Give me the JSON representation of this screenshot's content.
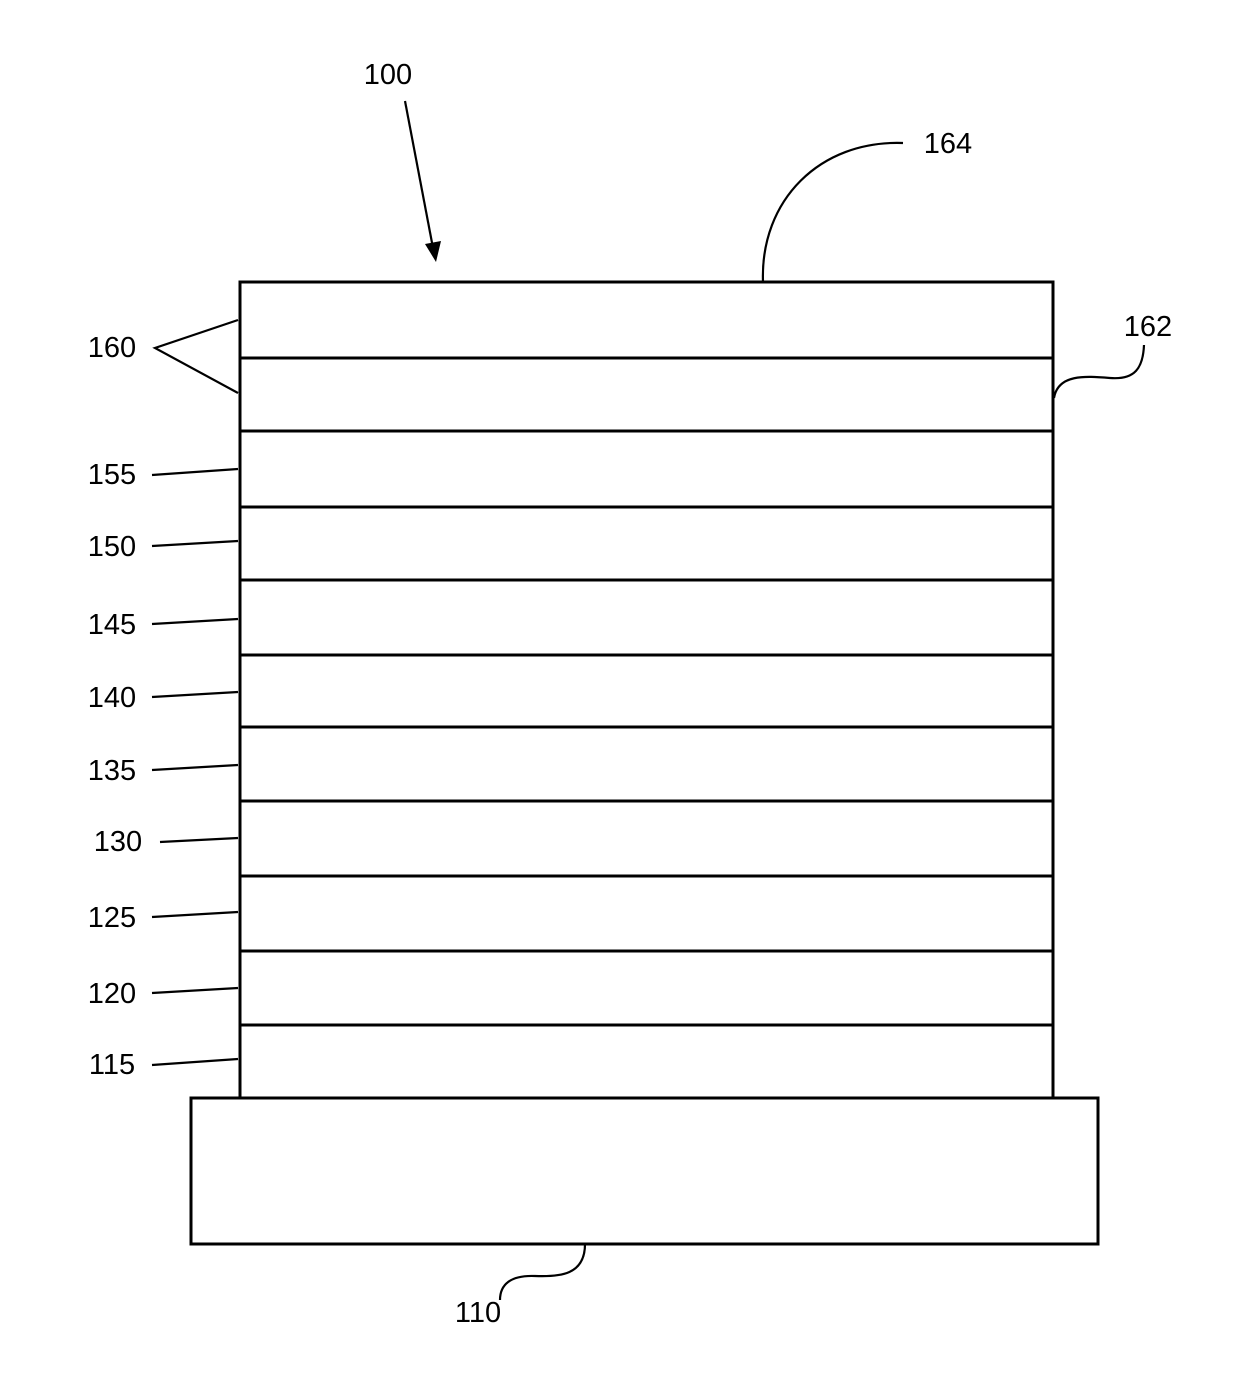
{
  "figure": {
    "device_label": "100",
    "top_surface_label": "164",
    "side_surface_label": "162",
    "substrate_label": "110",
    "split_top_layer_label": "160",
    "layers": [
      {
        "id": "layer-155",
        "label": "155"
      },
      {
        "id": "layer-150",
        "label": "150"
      },
      {
        "id": "layer-145",
        "label": "145"
      },
      {
        "id": "layer-140",
        "label": "140"
      },
      {
        "id": "layer-135",
        "label": "135"
      },
      {
        "id": "layer-130",
        "label": "130"
      },
      {
        "id": "layer-125",
        "label": "125"
      },
      {
        "id": "layer-120",
        "label": "120"
      },
      {
        "id": "layer-115",
        "label": "115"
      }
    ]
  }
}
